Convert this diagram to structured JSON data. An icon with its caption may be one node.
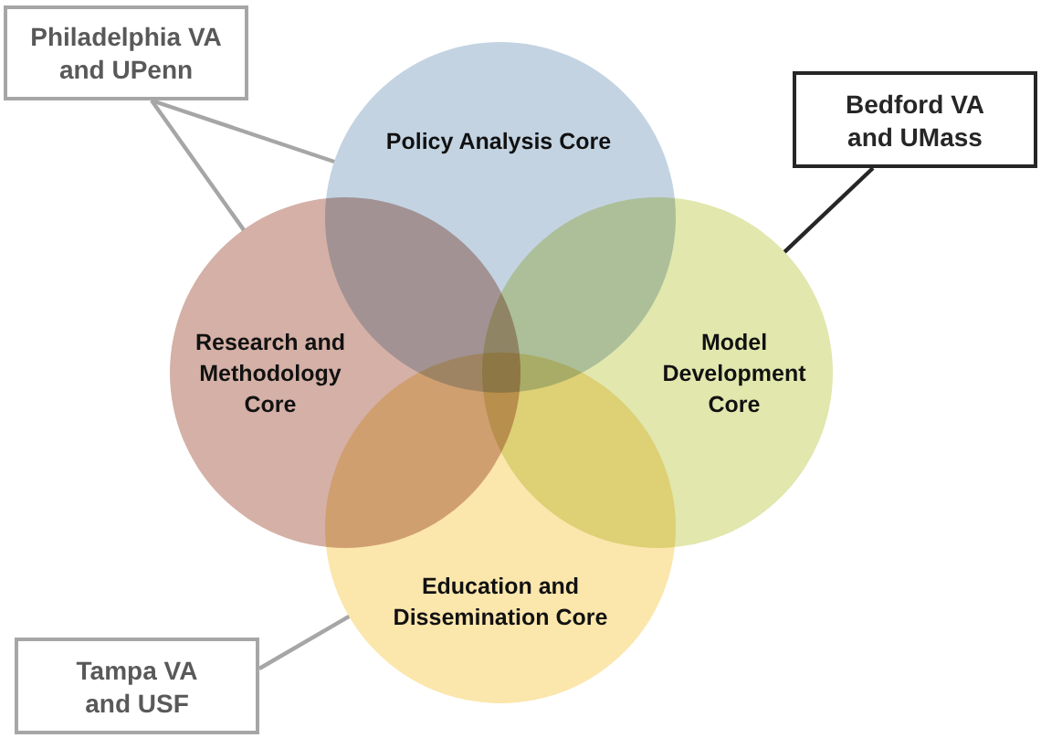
{
  "diagram": {
    "nodes": [
      {
        "text": [
          "Philadelphia VA and UPenn"
        ]
      },
      {
        "text": [
          "Policy Analysis Core"
        ]
      },
      {
        "text": [
          "Bedford VA and UMass"
        ]
      },
      {
        "text": [
          "Research and Methodology Core"
        ]
      },
      {
        "text": [
          "Model Development Core"
        ]
      },
      {
        "text": [
          "Education and Dissemination Core"
        ]
      },
      {
        "text": [
          "Tampa VA and USF"
        ]
      }
    ],
    "edges": [
      {
        "from": 0,
        "to": 1,
        "arrow": "none"
      },
      {
        "from": 0,
        "to": 3,
        "arrow": "none"
      },
      {
        "from": 2,
        "to": 4,
        "arrow": "none",
        "color": "#262626"
      },
      {
        "from": 6,
        "to": 5,
        "arrow": "none"
      }
    ]
  }
}
